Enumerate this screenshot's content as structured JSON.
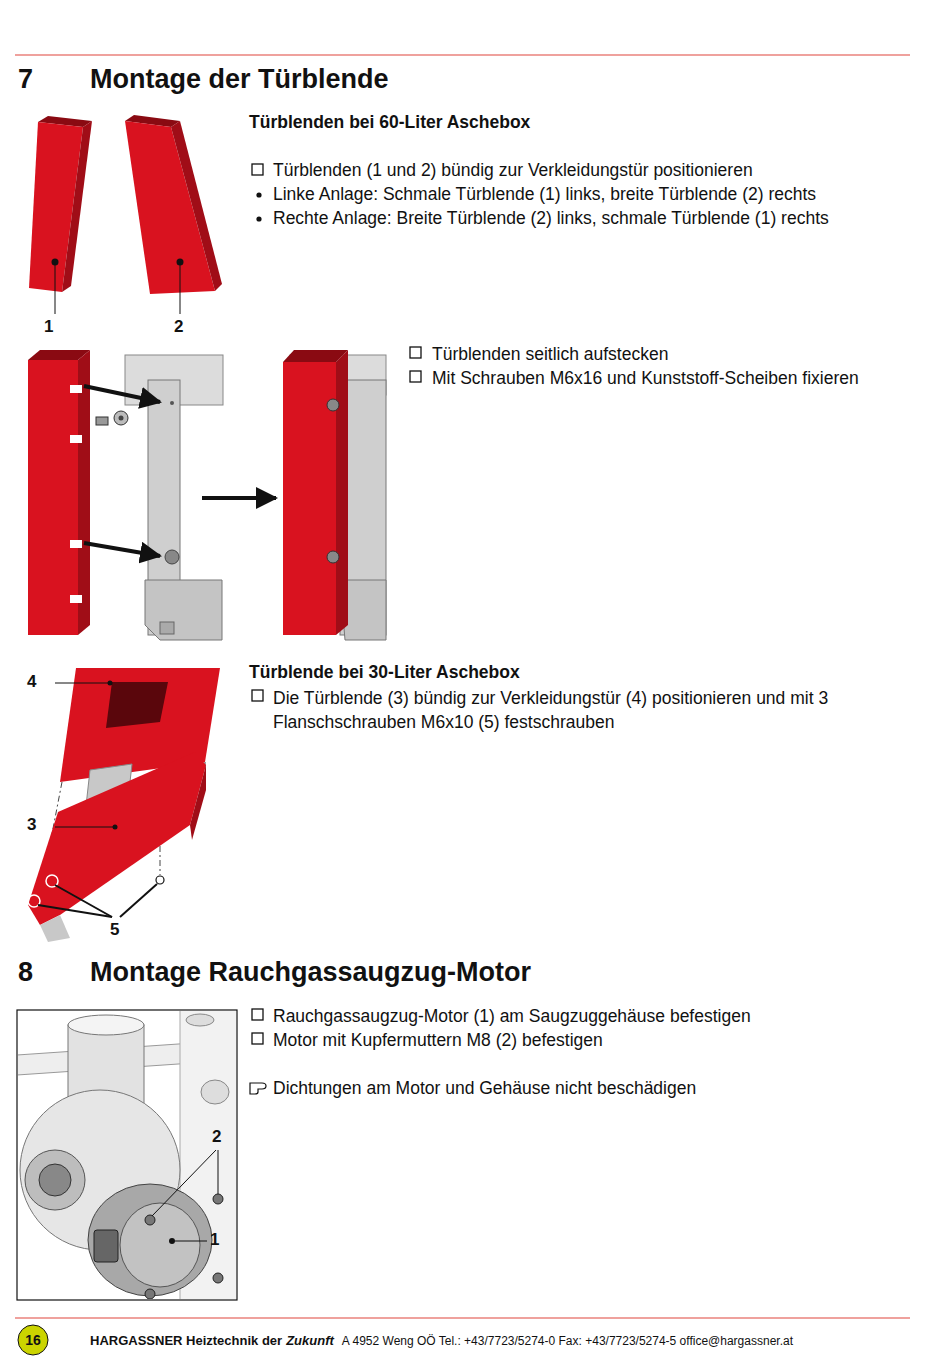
{
  "diagram": {
    "labels": [
      "7",
      "Montage der Türblende",
      "Türblenden bei 60-Liter Aschebox",
      "Türblenden (1 und 2) bündig zur Verkleidungstür positionieren",
      "Linke Anlage: Schmale Türblende (1) links, breite Türblende (2) rechts",
      "Rechte Anlage: Breite Türblende (2) links, schmale Türblende (1) rechts",
      "1",
      "2",
      "Türblenden seitlich aufstecken",
      "Mit Schrauben M6x16 und Kunststoff-Scheiben fixieren",
      "4",
      "Türblende bei 30-Liter Aschebox",
      "Die Türblende (3) bündig zur Verkleidungstür (4) positionieren und mit 3 Flanschschrauben M6x10 (5) festschrauben",
      "3",
      "5",
      "8",
      "Montage Rauchgassaugzug-Motor",
      "Rauchgassaugzug-Motor (1) am Saugzuggehäuse befestigen",
      "Motor mit Kupfermuttern M8 (2) befestigen",
      "Dichtungen am Motor und Gehäuse nicht beschädigen",
      "2",
      "1",
      "16",
      "HARGASSNER Heiztechnik der",
      "Zukunft",
      "A 4952 Weng OÖ  Tel.: +43/7723/5274-0  Fax: +43/7723/5274-5  office@hargassner.at"
    ]
  }
}
